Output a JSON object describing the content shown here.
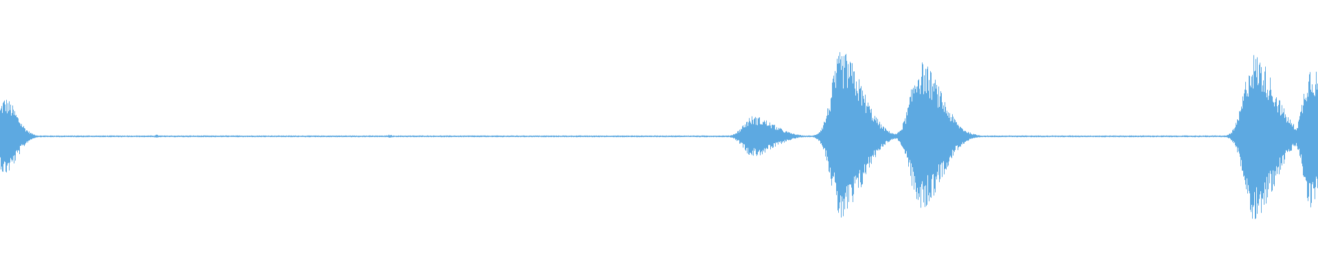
{
  "waveform": {
    "color": "#5DA9E1",
    "baseline_level": 0.01,
    "bursts": [
      {
        "center": 0.003,
        "width": 0.024,
        "peak_amplitude": 0.46
      },
      {
        "center": 0.118,
        "width": 0.006,
        "peak_amplitude": 0.02
      },
      {
        "center": 0.295,
        "width": 0.006,
        "peak_amplitude": 0.02
      },
      {
        "center": 0.571,
        "width": 0.04,
        "peak_amplitude": 0.24
      },
      {
        "center": 0.638,
        "width": 0.04,
        "peak_amplitude": 1.0
      },
      {
        "center": 0.698,
        "width": 0.04,
        "peak_amplitude": 0.88
      },
      {
        "center": 0.951,
        "width": 0.04,
        "peak_amplitude": 0.98
      },
      {
        "center": 0.994,
        "width": 0.03,
        "peak_amplitude": 0.85
      }
    ]
  }
}
